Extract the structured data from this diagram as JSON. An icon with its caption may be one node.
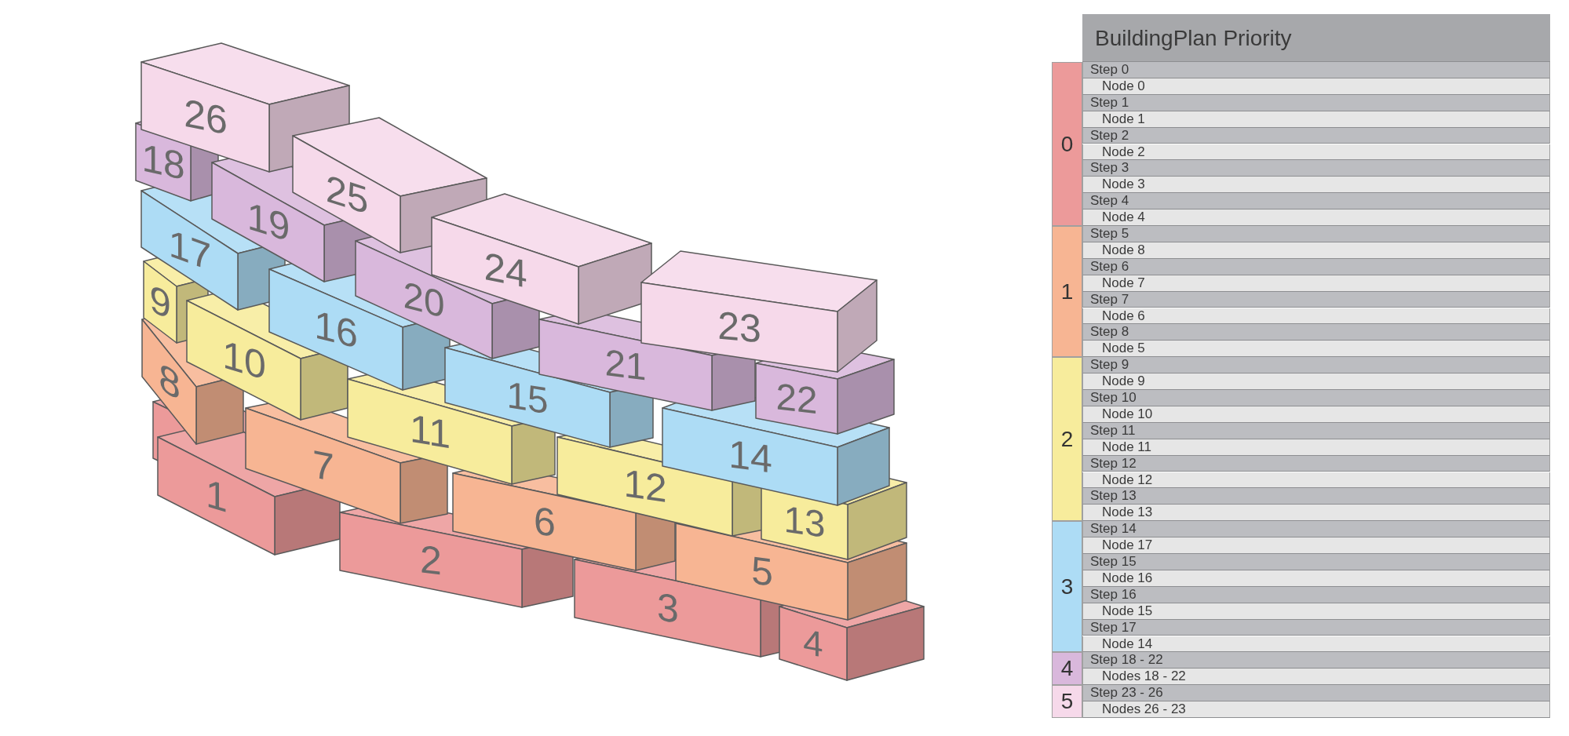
{
  "diagram": {
    "labels": [
      "26",
      "18",
      "25",
      "19",
      "17",
      "24",
      "9",
      "20",
      "16",
      "10",
      "23",
      "21",
      "8",
      "15",
      "22",
      "11",
      "14",
      "7",
      "12",
      "1",
      "6",
      "13",
      "5",
      "2",
      "3",
      "4",
      "BuildingPlan Priority",
      "Step 0",
      "Node 0",
      "Step 1",
      "Node 1",
      "Step 2",
      "Node 2",
      "Step 3",
      "Node 3",
      "Step 4",
      "Node 4",
      "Step 5",
      "Node 8",
      "Step 6",
      "Node 7",
      "Step 7",
      "Node 6",
      "Step 8",
      "Node 5",
      "Step 9",
      "Node 9",
      "Step 10",
      "Node 10",
      "Step 11",
      "Node 11",
      "Step 12",
      "Node 12",
      "Step 13",
      "Node 13",
      "Step 14",
      "Node 17",
      "Step 15",
      "Node 16",
      "Step 16",
      "Node 15",
      "Step 17",
      "Node 14",
      "Step 18 - 22",
      "Nodes 18 - 22",
      "Step 23 - 26",
      "Nodes 26 - 23"
    ],
    "legend": [
      {
        "text": "0",
        "color": "#ec9a9a"
      },
      {
        "text": "1",
        "color": "#f7b593"
      },
      {
        "text": "2",
        "color": "#f7ec9c"
      },
      {
        "text": "3",
        "color": "#addcf5"
      },
      {
        "text": "4",
        "color": "#d9b8dc"
      },
      {
        "text": "5",
        "color": "#f6d9ea"
      }
    ]
  }
}
